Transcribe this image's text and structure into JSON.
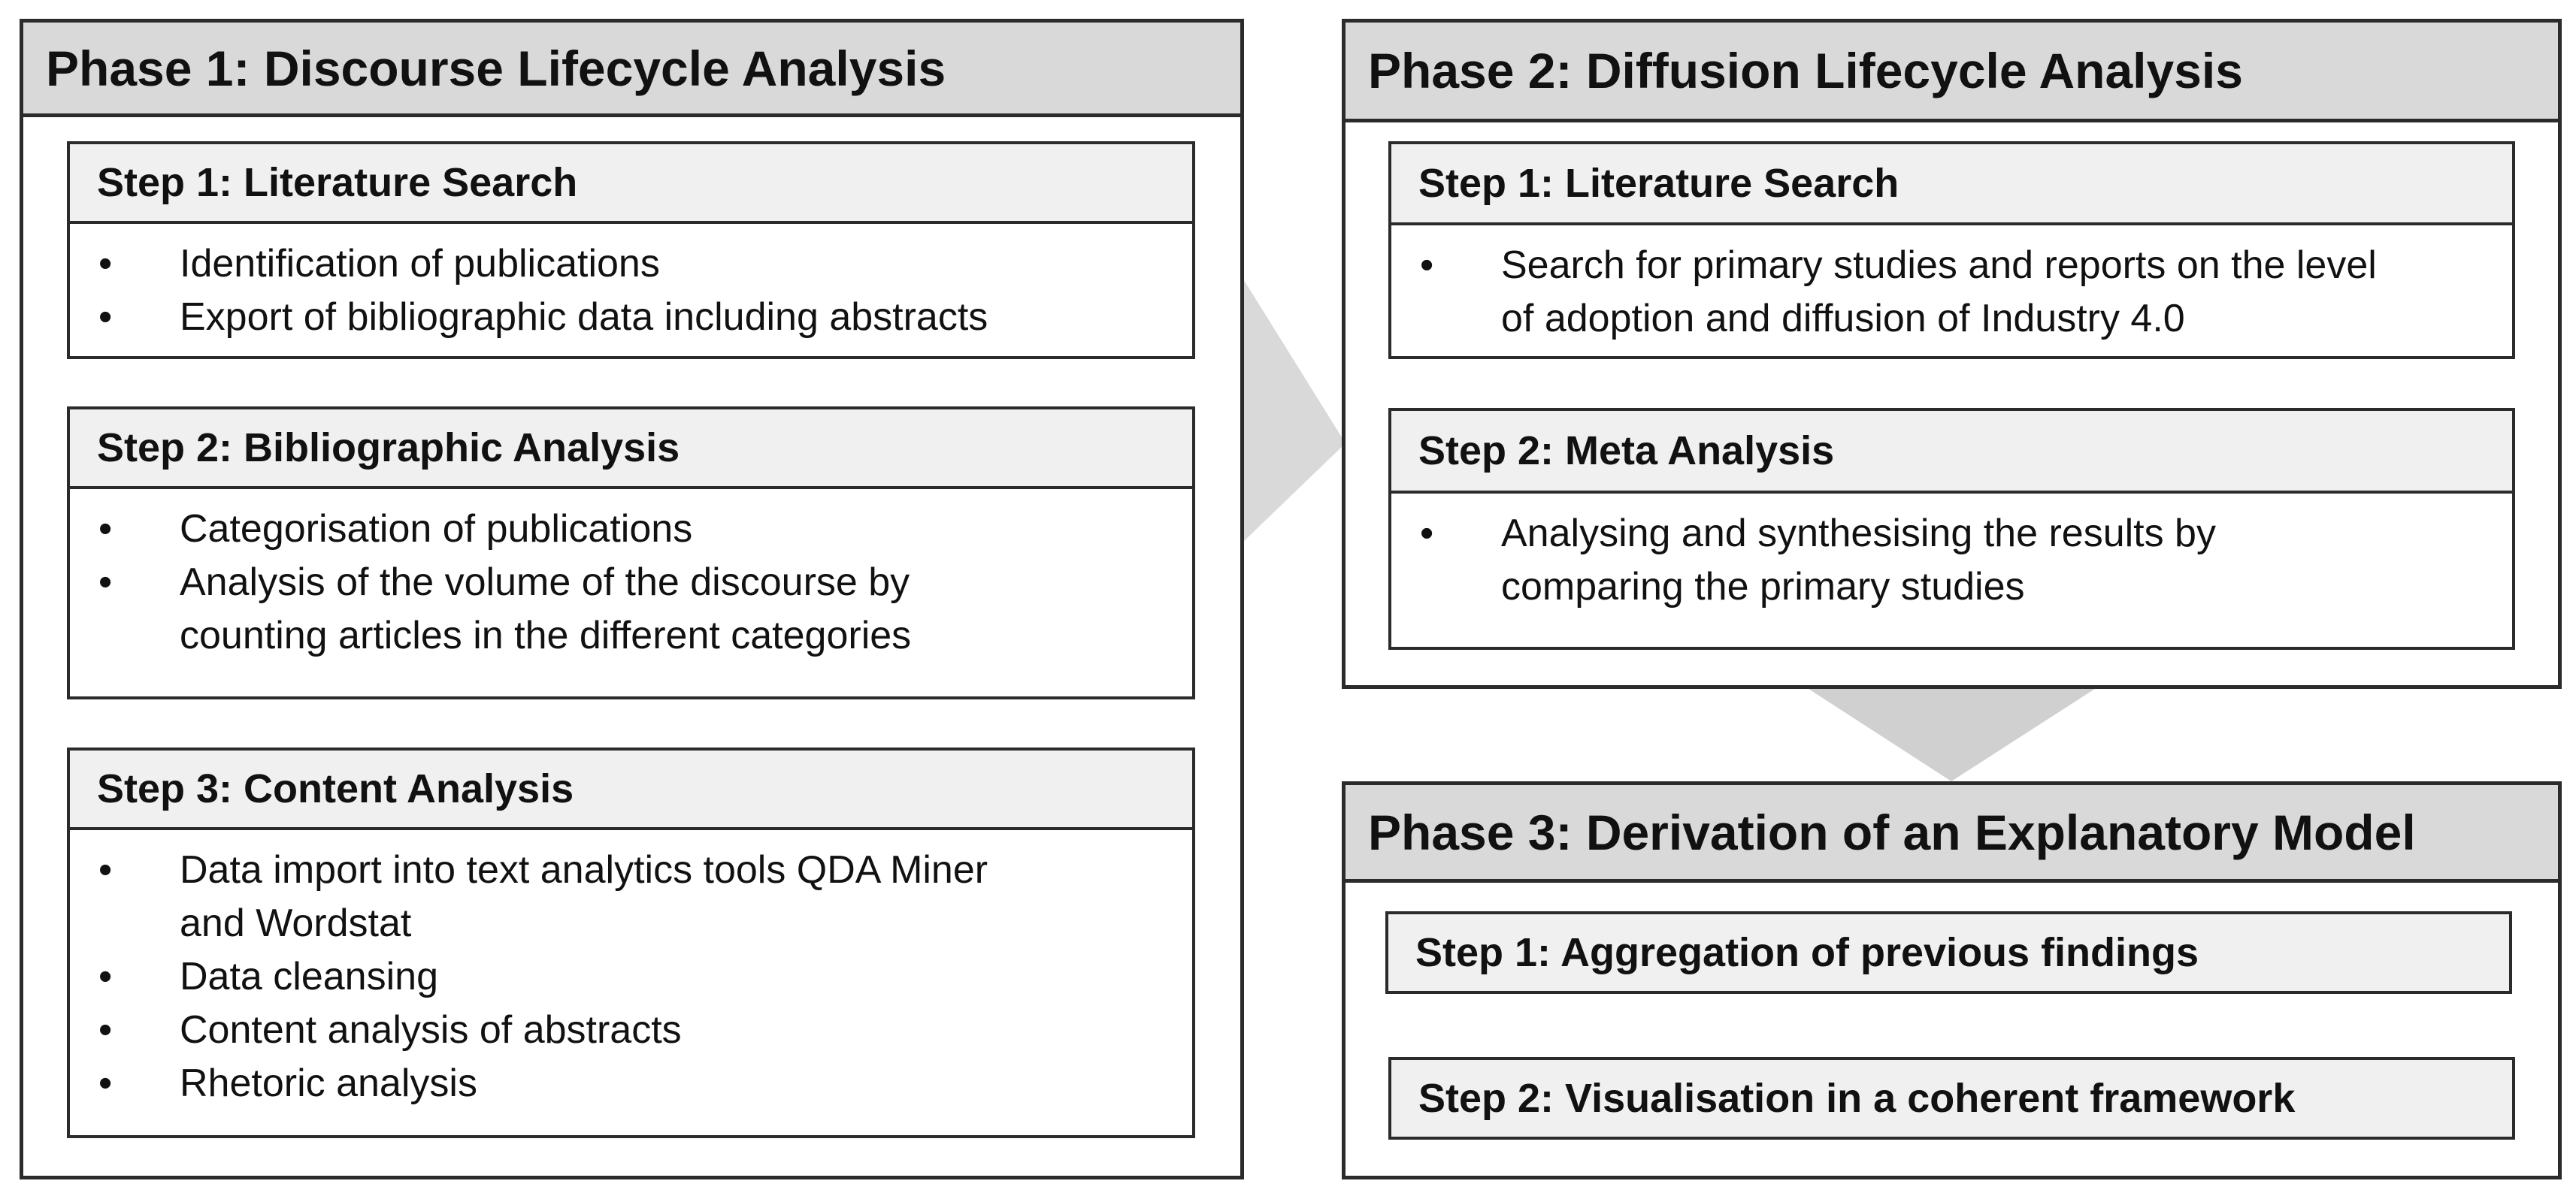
{
  "colors": {
    "border": "#2b2b2b",
    "phase_header_bg": "#d9d9d9",
    "step_header_bg": "#f0f0f0",
    "arrow": "#d9d9d9"
  },
  "phase1": {
    "title": "Phase 1: Discourse Lifecycle Analysis",
    "steps": [
      {
        "title": "Step 1: Literature Search",
        "bullets": [
          "Identification of publications",
          "Export of bibliographic data including abstracts"
        ]
      },
      {
        "title": "Step 2: Bibliographic Analysis",
        "bullets": [
          "Categorisation of publications",
          "Analysis of the volume of the discourse by",
          "counting articles in the different categories"
        ]
      },
      {
        "title": "Step 3: Content Analysis",
        "bullets": [
          "Data import into text analytics tools QDA Miner",
          "and Wordstat",
          "Data cleansing",
          "Content analysis of abstracts",
          "Rhetoric analysis"
        ]
      }
    ]
  },
  "phase2": {
    "title": "Phase 2: Diffusion Lifecycle Analysis",
    "steps": [
      {
        "title": "Step 1: Literature Search",
        "bullets": [
          "Search for primary studies and reports on the level",
          "of adoption and diffusion of Industry 4.0"
        ]
      },
      {
        "title": "Step 2: Meta Analysis",
        "bullets": [
          "Analysing and synthesising the results by",
          "comparing the primary studies"
        ]
      }
    ]
  },
  "phase3": {
    "title": "Phase 3: Derivation of an Explanatory Model",
    "steps": [
      {
        "title": "Step 1: Aggregation of previous findings"
      },
      {
        "title": "Step 2: Visualisation in a coherent framework"
      }
    ]
  }
}
